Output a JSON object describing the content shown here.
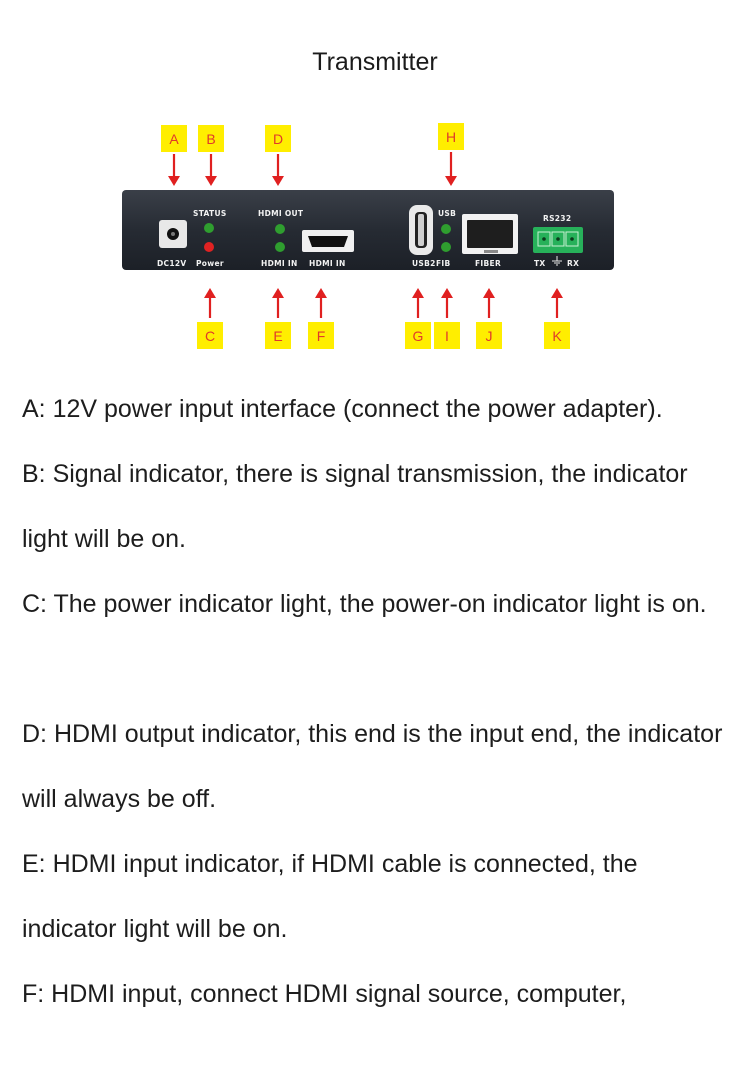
{
  "heading": "Transmitter",
  "callouts": {
    "A": "A",
    "B": "B",
    "C": "C",
    "D": "D",
    "E": "E",
    "F": "F",
    "G": "G",
    "H": "H",
    "I": "I",
    "J": "J",
    "K": "K"
  },
  "device_labels": {
    "status": "STATUS",
    "hdmi_out": "HDMI OUT",
    "usb": "USB",
    "rs232": "RS232",
    "dc12v": "DC12V",
    "power": "Power",
    "hdmi_in_led": "HDMI IN",
    "hdmi_in_port": "HDMI IN",
    "usb2": "USB2",
    "fib": "FIB",
    "fiber": "FIBER",
    "tx": "TX",
    "rx": "RX"
  },
  "descriptions": [
    "A: 12V power input interface (connect the power adapter).",
    "B: Signal indicator, there is signal transmission, the indicator light will be on.",
    "C: The power indicator light, the power-on indicator light is on.",
    "D: HDMI output indicator, this end is the input end, the indicator will always be off.",
    "E: HDMI input indicator, if HDMI cable is connected, the indicator light will be on.",
    "F: HDMI input, connect HDMI signal source, computer,"
  ],
  "colors": {
    "callout_fill": "#ffee00",
    "callout_text": "#e03a2a",
    "arrow": "#e02020",
    "device_body": "#262b33",
    "led_green": "#2f9e2f",
    "led_red": "#e02222",
    "terminal_green": "#27b15a"
  }
}
